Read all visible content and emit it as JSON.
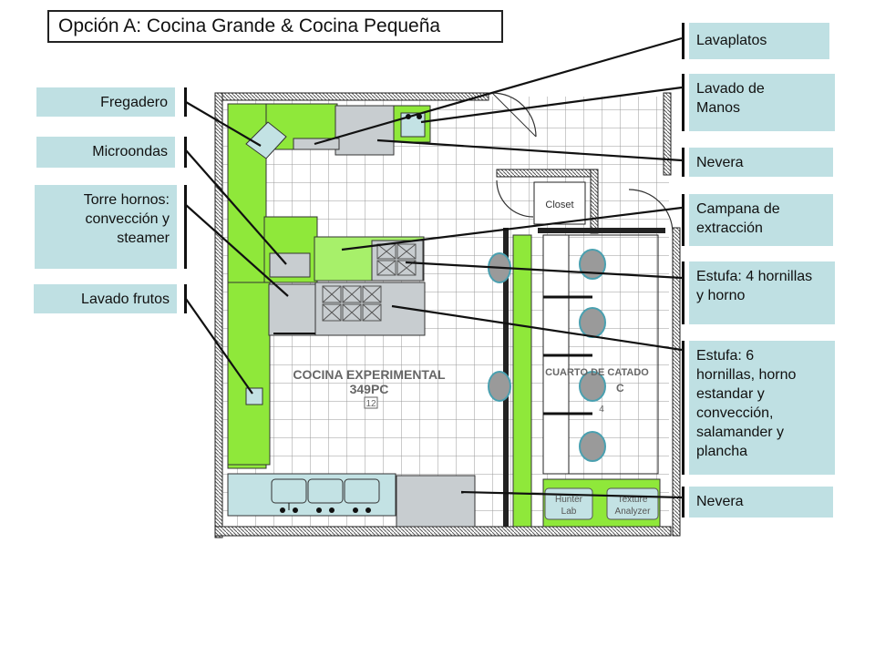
{
  "title": "Opción A: Cocina Grande & Cocina Pequeña",
  "labels_left": {
    "fregadero": "Fregadero",
    "microondas": "Microondas",
    "torre_line1": "Torre hornos:",
    "torre_line2": "convección y",
    "torre_line3": "steamer",
    "lavado_frutos": "Lavado frutos"
  },
  "labels_right": {
    "lavaplatos": "Lavaplatos",
    "lavado_manos_line1": "Lavado de",
    "lavado_manos_line2": "Manos",
    "nevera_top": "Nevera",
    "campana_line1": "Campana de",
    "campana_line2": "extracción",
    "estufa4_line1": "Estufa: 4 hornillas",
    "estufa4_line2": "y horno",
    "estufa6_line1": "Estufa: 6",
    "estufa6_line2": "hornillas, horno",
    "estufa6_line3": "estandar y",
    "estufa6_line4": "convección,",
    "estufa6_line5": "salamander y",
    "estufa6_line6": "plancha",
    "nevera_bottom": "Nevera"
  },
  "plan": {
    "closet": "Closet",
    "room_main_line1": "COCINA EXPERIMENTAL",
    "room_main_line2": "349PC",
    "room_main_tag": "12",
    "room_tasting": "CUARTO DE CATADO",
    "room_tasting_code": "C",
    "room_tasting_tag": "4",
    "hunter_line1": "Hunter",
    "hunter_line2": "Lab",
    "texture_line1": "Texture",
    "texture_line2": "Analyzer"
  },
  "colors": {
    "counter_green": "#8fe83a",
    "label_blue": "#bfe0e3",
    "hood_green": "#a7f06a",
    "appliance_gray": "#c8cdd0",
    "sink_blue": "#c3e2e4"
  }
}
